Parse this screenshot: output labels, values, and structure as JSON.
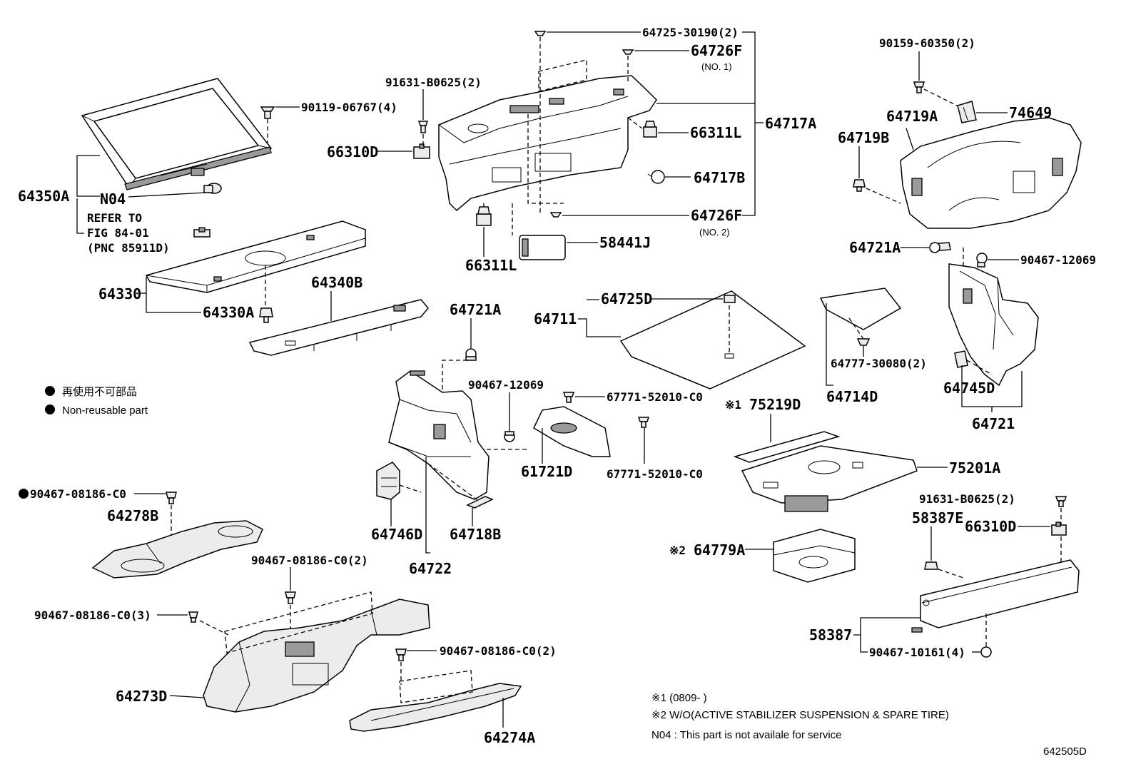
{
  "diagram_id": "642505D",
  "labels": {
    "p64350A": "64350A",
    "pN04": "N04",
    "refer1": "REFER TO",
    "refer2": "FIG 84-01",
    "refer3": "(PNC 85911D)",
    "p90119": "90119-06767(4)",
    "p64330": "64330",
    "p64330A": "64330A",
    "p64340B": "64340B",
    "p91631a": "91631-B0625(2)",
    "p66310Da": "66310D",
    "p66311La": "66311L",
    "p64725_30190": "64725-30190(2)",
    "p64726F1": "64726F",
    "no1": "(NO. 1)",
    "p64717A": "64717A",
    "p66311Lb": "66311L",
    "p64717B": "64717B",
    "p64726F2": "64726F",
    "no2": "(NO. 2)",
    "p58441J": "58441J",
    "p90159": "90159-60350(2)",
    "p74649": "74649",
    "p64719A": "64719A",
    "p64719B": "64719B",
    "p64721Aa": "64721A",
    "p90467_12069a": "90467-12069",
    "p64745D": "64745D",
    "p64721": "64721",
    "p64711": "64711",
    "p64725D": "64725D",
    "p64777": "64777-30080(2)",
    "p64714D": "64714D",
    "p64721Ab": "64721A",
    "p90467_12069b": "90467-12069",
    "p64746D": "64746D",
    "p64718B": "64718B",
    "p64722": "64722",
    "p67771a": "67771-52010-C0",
    "p67771b": "67771-52010-C0",
    "p61721D": "61721D",
    "p75219D": "75219D",
    "p75201A": "75201A",
    "p64779A": "64779A",
    "mark1": "※1",
    "mark2": "※2",
    "p91631b": "91631-B0625(2)",
    "p58387E": "58387E",
    "p66310Db": "66310D",
    "p58387": "58387",
    "p90467_10161": "90467-10161(4)",
    "p90467_08186a": "90467-08186-C0",
    "p64278B": "64278B",
    "p90467_08186b": "90467-08186-C0(2)",
    "p90467_08186c": "90467-08186-C0(3)",
    "p64273D": "64273D",
    "p90467_08186d": "90467-08186-C0(2)",
    "p64274A": "64274A"
  },
  "legend": {
    "jp": "再使用不可部品",
    "en": "Non-reusable part"
  },
  "notes": {
    "n1": "※1 (0809-   )",
    "n2": "※2  W/O(ACTIVE STABILIZER SUSPENSION & SPARE TIRE)",
    "n3": "N04 :  This part is not availale for service"
  }
}
